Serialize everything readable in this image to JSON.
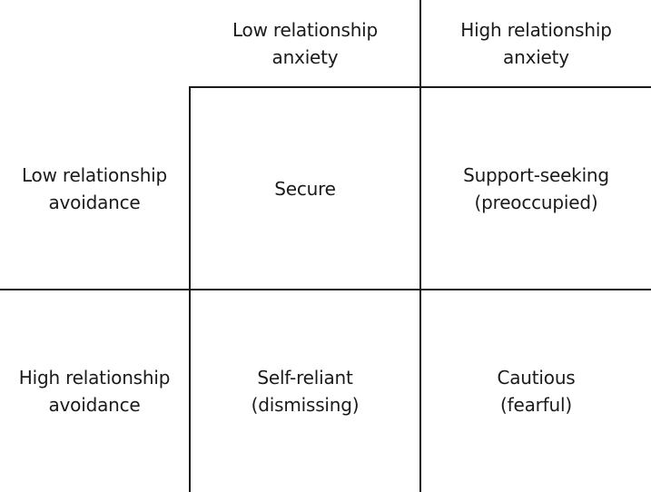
{
  "columns": [
    {
      "line1": "Low relationship",
      "line2": "anxiety"
    },
    {
      "line1": "High relationship",
      "line2": "anxiety"
    }
  ],
  "rows": [
    {
      "line1": "Low relationship",
      "line2": "avoidance"
    },
    {
      "line1": "High relationship",
      "line2": "avoidance"
    }
  ],
  "cells": [
    {
      "line1": "Secure",
      "line2": ""
    },
    {
      "line1": "Support-seeking",
      "line2": "(preoccupied)"
    },
    {
      "line1": "Self-reliant",
      "line2": "(dismissing)"
    },
    {
      "line1": "Cautious",
      "line2": "(fearful)"
    }
  ]
}
